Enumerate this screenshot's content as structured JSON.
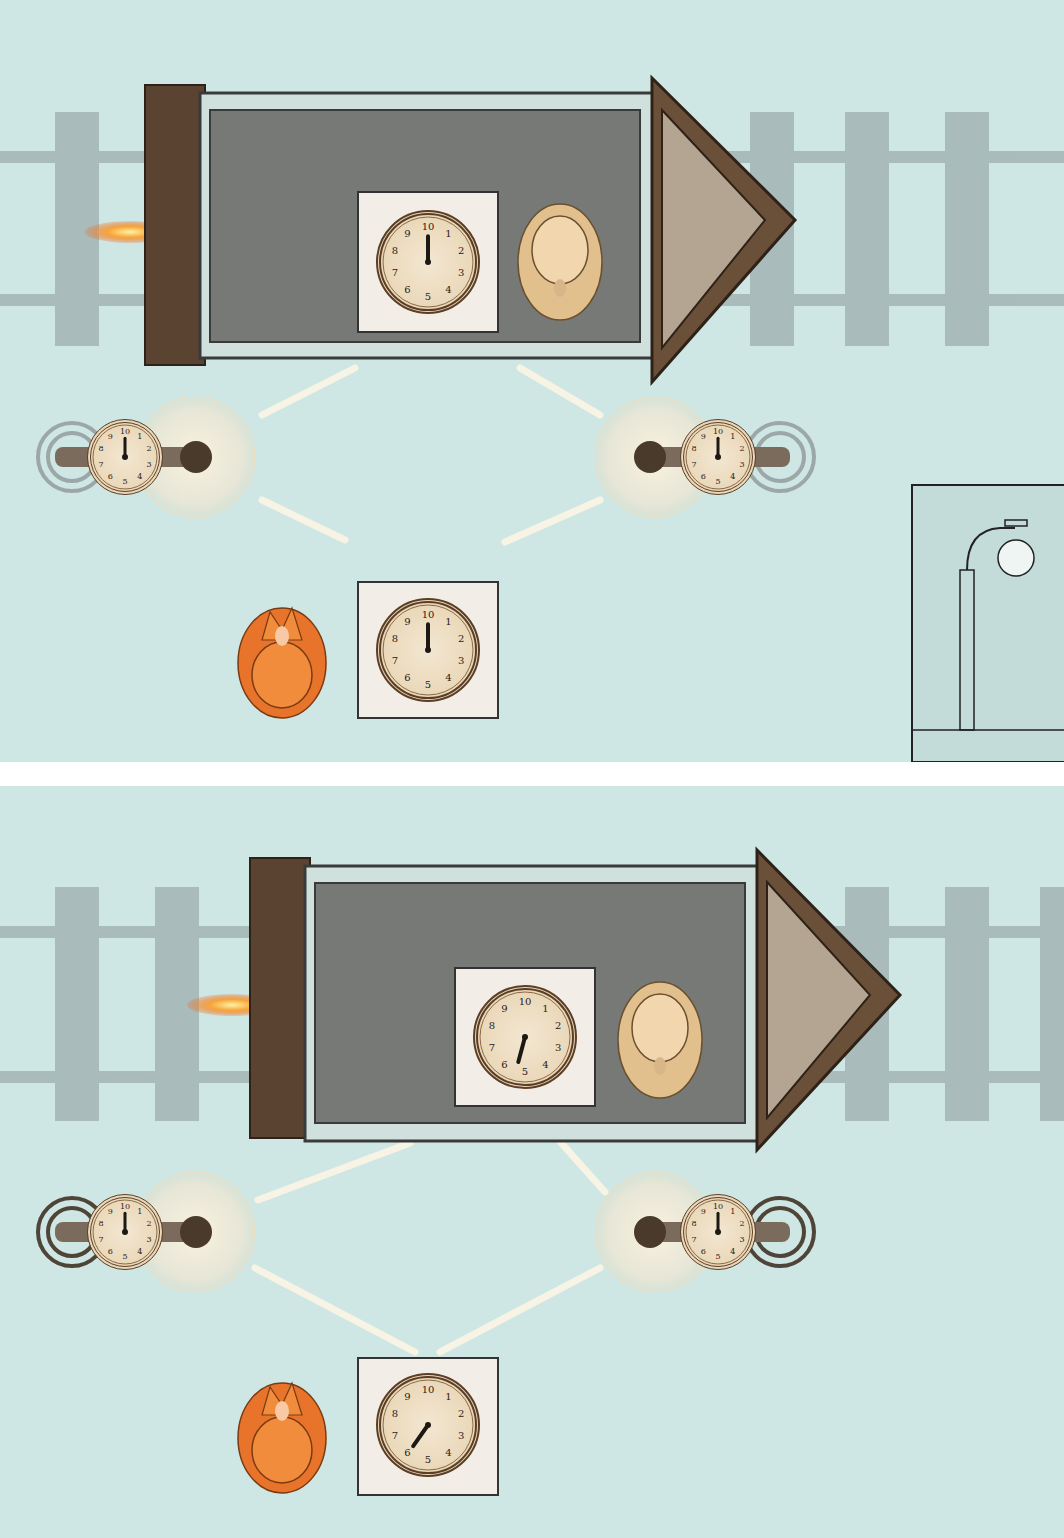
{
  "diagram": {
    "nodes": [
      {
        "text": [
          "10",
          "1",
          "2",
          "3",
          "4",
          "5",
          "6",
          "7",
          "8",
          "9"
        ]
      },
      {
        "text": [
          "10",
          "1",
          "2",
          "3",
          "4",
          "5",
          "6",
          "7",
          "8",
          "9"
        ]
      },
      {
        "text": [
          "10",
          "1",
          "2",
          "3",
          "4",
          "5",
          "6",
          "7",
          "8",
          "9"
        ]
      },
      {
        "text": [
          "10",
          "1",
          "2",
          "3",
          "4",
          "5",
          "6",
          "7",
          "8",
          "9"
        ]
      },
      {
        "text": [
          "10",
          "1",
          "2",
          "3",
          "4",
          "5",
          "6",
          "7",
          "8",
          "9"
        ]
      },
      {
        "text": [
          "10",
          "1",
          "2",
          "3",
          "4",
          "5",
          "6",
          "7",
          "8",
          "9"
        ]
      },
      {
        "text": [
          "10",
          "1",
          "2",
          "3",
          "4",
          "5",
          "6",
          "7",
          "8",
          "9"
        ]
      },
      {
        "text": [
          "10",
          "1",
          "2",
          "3",
          "4",
          "5",
          "6",
          "7",
          "8",
          "9"
        ]
      }
    ]
  }
}
